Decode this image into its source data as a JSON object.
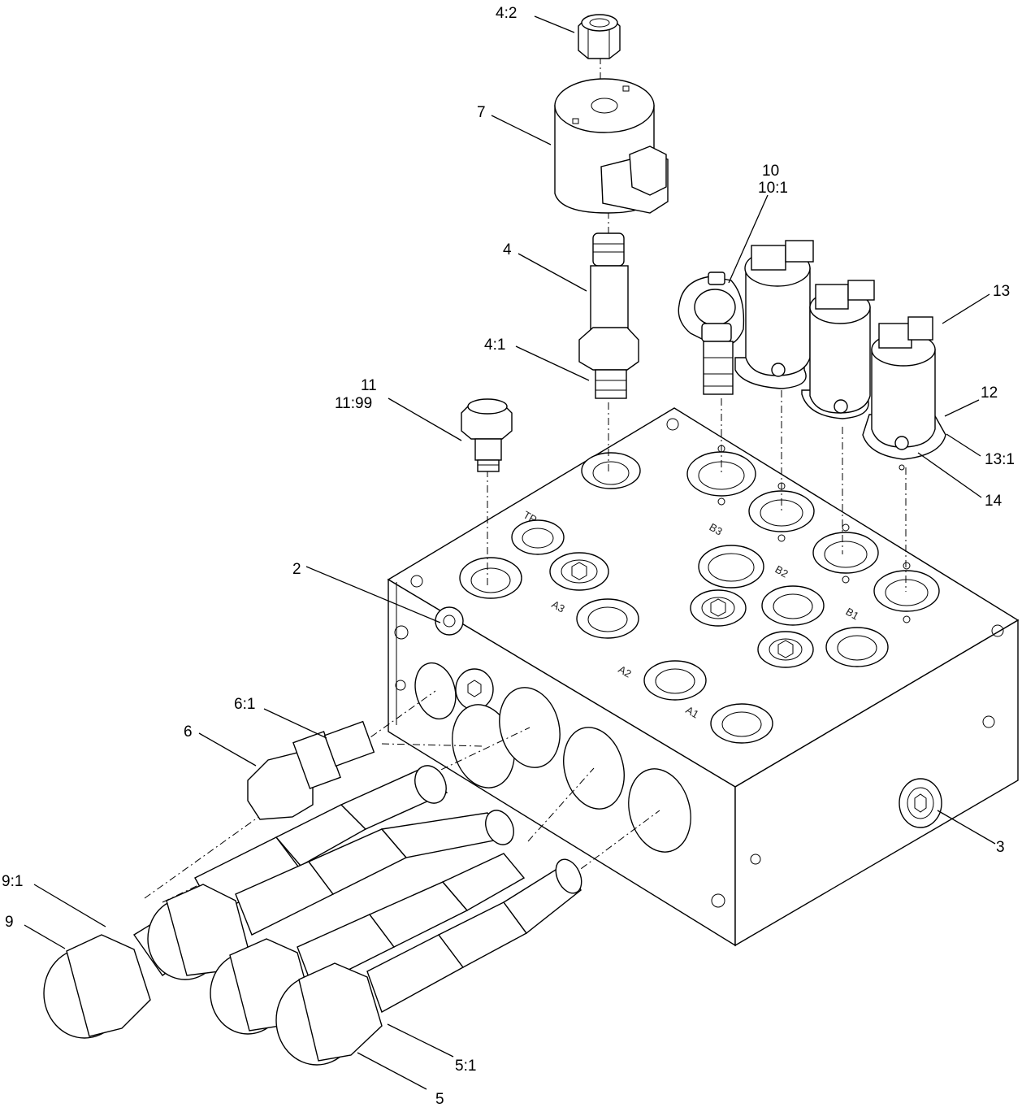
{
  "callouts": [
    {
      "id": "c-4-2",
      "text": "4:2"
    },
    {
      "id": "c-7",
      "text": "7"
    },
    {
      "id": "c-10",
      "text": "10"
    },
    {
      "id": "c-10-1",
      "text": "10:1"
    },
    {
      "id": "c-4",
      "text": "4"
    },
    {
      "id": "c-13",
      "text": "13"
    },
    {
      "id": "c-4-1",
      "text": "4:1"
    },
    {
      "id": "c-12",
      "text": "12"
    },
    {
      "id": "c-11",
      "text": "11"
    },
    {
      "id": "c-11-99",
      "text": "11:99"
    },
    {
      "id": "c-13-1",
      "text": "13:1"
    },
    {
      "id": "c-14",
      "text": "14"
    },
    {
      "id": "c-2",
      "text": "2"
    },
    {
      "id": "c-6-1",
      "text": "6:1"
    },
    {
      "id": "c-6",
      "text": "6"
    },
    {
      "id": "c-3",
      "text": "3"
    },
    {
      "id": "c-9-1",
      "text": "9:1"
    },
    {
      "id": "c-9",
      "text": "9"
    },
    {
      "id": "c-5-1",
      "text": "5:1"
    },
    {
      "id": "c-5",
      "text": "5"
    }
  ],
  "port_labels": [
    "TP",
    "B3",
    "B2",
    "B1",
    "A3",
    "A2",
    "A1"
  ]
}
